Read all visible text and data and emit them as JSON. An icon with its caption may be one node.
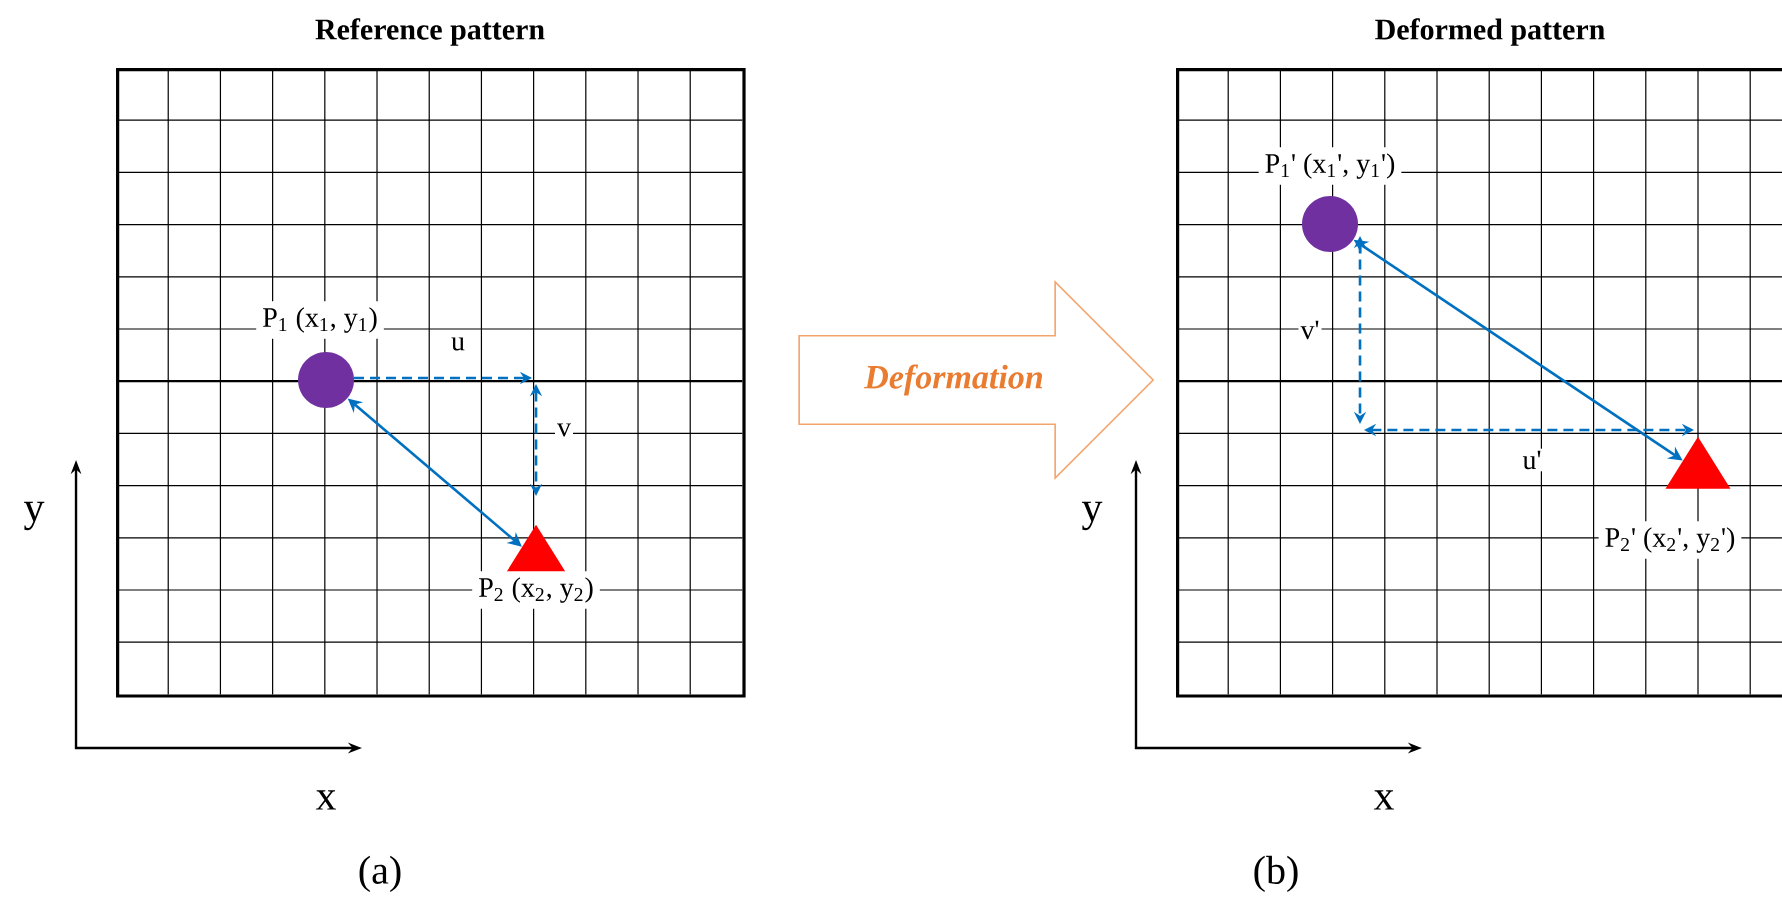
{
  "diagram": {
    "nodes": [
      {
        "text": [
          "Reference pattern"
        ]
      },
      {
        "text": [],
        "shape": "circle",
        "in": 0,
        "beside": [
          "P$_{1}$ (x$_{1}$, y$_{1}$)"
        ]
      },
      {
        "text": [],
        "shape": "triangle",
        "in": 0,
        "beside": [
          "P$_{2}$ (x$_{2}$, y$_{2}$)"
        ]
      },
      {
        "text": [
          "Deformation"
        ]
      },
      {
        "text": [
          "Deformed pattern"
        ]
      },
      {
        "text": [],
        "shape": "circle",
        "in": 4,
        "beside": [
          "P$_{1}$' (x$_{1}$', y$_{1}$')"
        ]
      },
      {
        "text": [],
        "shape": "triangle",
        "in": 4,
        "beside": [
          "P$_{2}$' (x$_{2}$', y$_{2}$')"
        ]
      }
    ],
    "edges": [
      {
        "from": 1,
        "to": 2,
        "arrow": "both"
      },
      {
        "from": 5,
        "to": 6,
        "arrow": "both"
      }
    ],
    "labels": [
      "u",
      "v",
      "y",
      "x",
      "(a)",
      "v'",
      "u'",
      "y",
      "x",
      "(b)"
    ]
  }
}
